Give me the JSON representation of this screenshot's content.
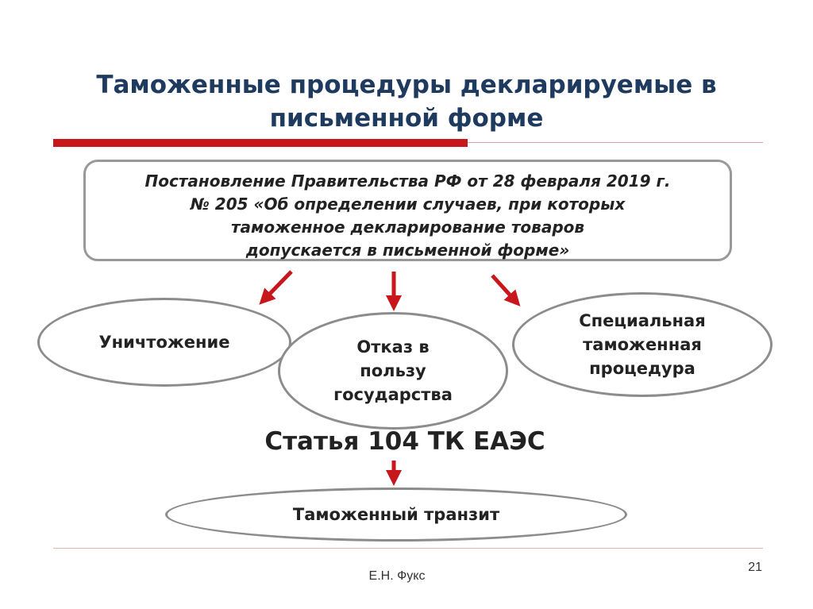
{
  "title": {
    "line1": "Таможенные процедуры декларируемые в",
    "line2": "письменной форме"
  },
  "decree": {
    "line1": "Постановление Правительства РФ от 28 февраля 2019 г.",
    "line2": "№ 205 «Об определении случаев, при которых",
    "line3": "таможенное декларирование товаров",
    "line4": "допускается в письменной форме»"
  },
  "procedures": {
    "destruction": {
      "line1": "Уничтожение"
    },
    "abandonment": {
      "line1": "Отказ в",
      "line2": "пользу",
      "line3": "государства"
    },
    "special": {
      "line1": "Специальная",
      "line2": "таможенная",
      "line3": "процедура"
    }
  },
  "article": "Статья 104 ТК ЕАЭС",
  "transit": "Таможенный транзит",
  "footer": {
    "author": "Е.Н. Фукс",
    "page": "21"
  },
  "colors": {
    "accent_red": "#c8161d",
    "title_blue": "#1f3a5f",
    "border_gray": "#8c8c8c"
  }
}
